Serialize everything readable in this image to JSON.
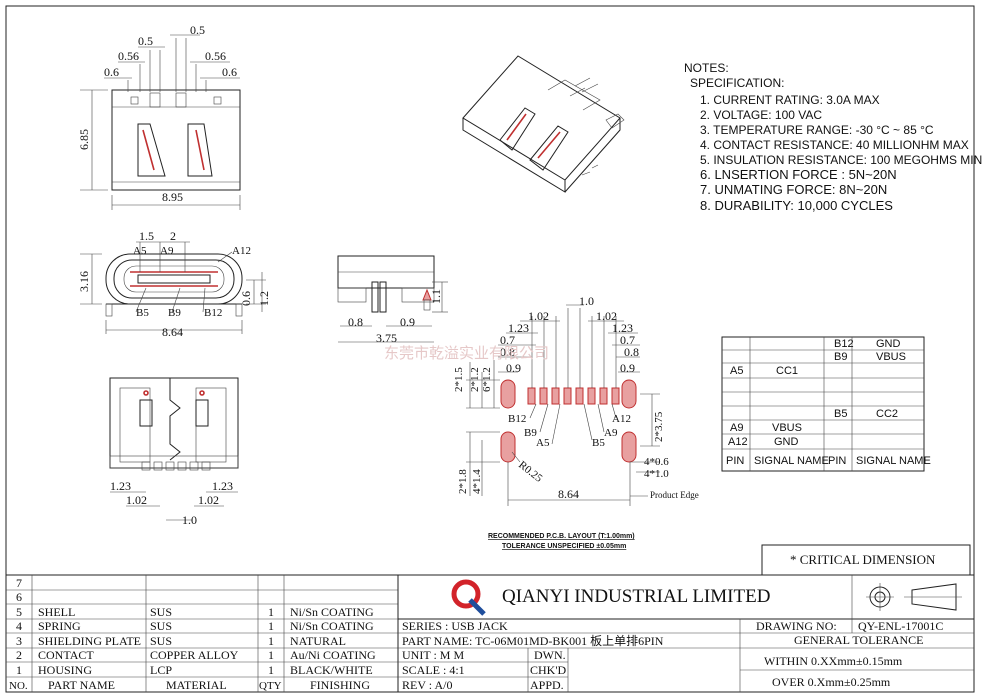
{
  "notes": {
    "heading": "NOTES:",
    "sub": "SPECIFICATION:",
    "items": [
      "1. CURRENT RATING: 3.0A MAX",
      "2. VOLTAGE: 100 VAC",
      "3. TEMPERATURE RANGE: -30 °C ~ 85 °C",
      "4. CONTACT RESISTANCE: 40 MILLIONHM MAX",
      "5. INSULATION RESISTANCE: 100 MEGOHMS MIN.",
      "6. LNSERTION FORCE : 5N~20N",
      "7. UNMATING FORCE: 8N~20N",
      "8. DURABILITY:   10,000 CYCLES"
    ]
  },
  "dims_top": {
    "d05a": "0.5",
    "d05b": "0.5",
    "d056a": "0.56",
    "d056b": "0.56",
    "d06a": "0.6",
    "d06b": "0.6",
    "h": "6.85",
    "w": "8.95"
  },
  "dims_front": {
    "d15": "1.5",
    "d2": "2",
    "a5": "A5",
    "a9": "A9",
    "a12": "A12",
    "b5": "B5",
    "b9": "B9",
    "b12": "B12",
    "h": "3.16",
    "w": "8.64",
    "d06": "0.6",
    "d12": "1.2"
  },
  "dims_side": {
    "d08": "0.8",
    "d09": "0.9",
    "d375": "3.75",
    "d11": "1.1"
  },
  "dims_bottom": {
    "d123a": "1.23",
    "d123b": "1.23",
    "d102a": "1.02",
    "d102b": "1.02",
    "d10": "1.0"
  },
  "dims_pcb": {
    "d10": "1.0",
    "d102a": "1.02",
    "d102b": "1.02",
    "d123a": "1.23",
    "d123b": "1.23",
    "d07a": "0.7",
    "d07b": "0.7",
    "d08a": "0.8",
    "d08b": "0.8",
    "d09a": "0.9",
    "d09b": "0.9",
    "v2x15": "2*1.5",
    "v2x12": "2*1.2",
    "v6x12": "6*1.2",
    "v2x375": "2*3.75",
    "v2x18": "2*1.8",
    "v4x14": "4*1.4",
    "v4x06": "4*0.6",
    "v4x10": "4*1.0",
    "r": "R0.25",
    "w": "8.64",
    "edge": "Product Edge",
    "b12": "B12",
    "b9": "B9",
    "a5": "A5",
    "b5": "B5",
    "a9": "A9",
    "a12": "A12"
  },
  "pcb_caption": {
    "line1": "RECOMMENDED  P.C.B. LAYOUT (T:1.00mm)",
    "line2": "TOLERANCE UNSPECIFIED  ±0.05mm"
  },
  "watermark": "东莞市乾溢实业有限公司",
  "pin_table": {
    "rows": [
      [
        "",
        "",
        "B12",
        "GND"
      ],
      [
        "",
        "",
        "B9",
        "VBUS"
      ],
      [
        "A5",
        "CC1",
        "",
        ""
      ],
      [
        "",
        "",
        "",
        ""
      ],
      [
        "",
        "",
        "",
        ""
      ],
      [
        "",
        "",
        "B5",
        "CC2"
      ],
      [
        "A9",
        "VBUS",
        "",
        ""
      ],
      [
        "A12",
        "GND",
        "",
        ""
      ],
      [
        "PIN",
        "SIGNAL NAME",
        "PIN",
        "SIGNAL NAME"
      ]
    ]
  },
  "critical": "* CRITICAL  DIMENSION",
  "bom": {
    "rows": [
      [
        "7",
        "",
        "",
        "",
        ""
      ],
      [
        "6",
        "",
        "",
        "",
        ""
      ],
      [
        "5",
        "SHELL",
        "SUS",
        "1",
        "Ni/Sn COATING"
      ],
      [
        "4",
        "SPRING",
        "SUS",
        "1",
        "Ni/Sn COATING"
      ],
      [
        "3",
        "SHIELDING PLATE",
        "SUS",
        "1",
        "NATURAL"
      ],
      [
        "2",
        "CONTACT",
        "COPPER ALLOY",
        "1",
        "Au/Ni COATING"
      ],
      [
        "1",
        "HOUSING",
        "LCP",
        "1",
        "BLACK/WHITE"
      ],
      [
        "NO.",
        "PART NAME",
        "MATERIAL",
        "QTY",
        "FINISHING"
      ]
    ]
  },
  "title_block": {
    "company": "QIANYI  INDUSTRIAL  LIMITED",
    "series": "SERIES : USB JACK",
    "part": "PART NAME: TC-06M01MD-BK001  板上单排6PIN",
    "unit": "UNIT  : M M",
    "dwn": "DWN.",
    "scale": "SCALE : 4:1",
    "chkd": "CHK'D",
    "rev": "REV   : A/0",
    "appd": "APPD.",
    "drawing_no_label": "DRAWING NO:",
    "drawing_no": "QY-ENL-17001C",
    "gen_tol": "GENERAL TOLERANCE",
    "within": "WITHIN 0.XXmm±0.15mm",
    "over": "OVER  0.Xmm±0.25mm"
  },
  "colors": {
    "logo_red": "#d2232a",
    "logo_blue": "#1f4e9c",
    "pad_red": "#c03030"
  }
}
